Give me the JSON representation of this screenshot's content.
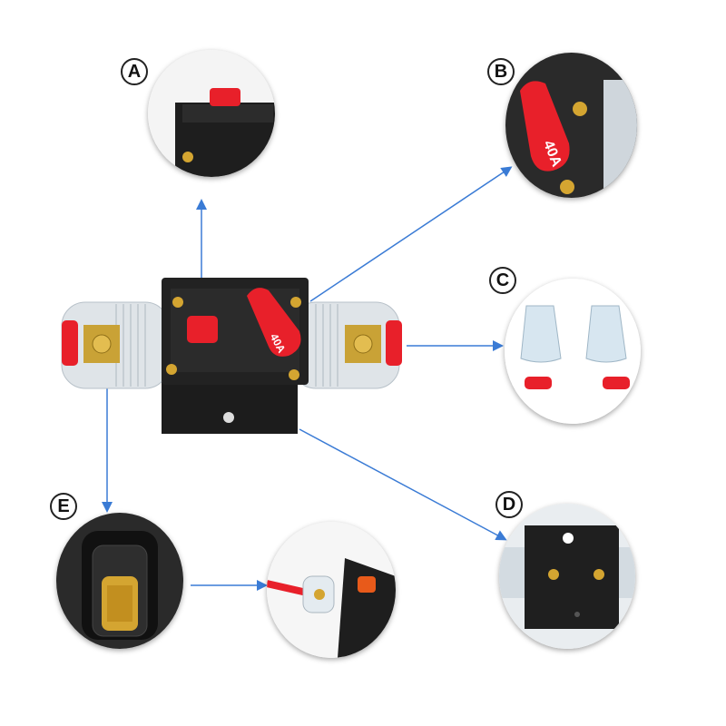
{
  "labels": {
    "a": "A",
    "b": "B",
    "c": "C",
    "d": "D",
    "e": "E"
  },
  "rating_text": "40A",
  "colors": {
    "arrow": "#3a7bd5",
    "red": "#e8202a",
    "gold": "#d4a531",
    "black": "#1a1a1a"
  },
  "icons": {
    "breaker": "circuit-breaker-icon",
    "reset": "reset-button-icon",
    "lever": "trip-lever-icon",
    "cap": "clear-cap-icon",
    "plate": "mounting-plate-icon",
    "terminal": "terminal-icon",
    "cable": "cable-icon"
  }
}
